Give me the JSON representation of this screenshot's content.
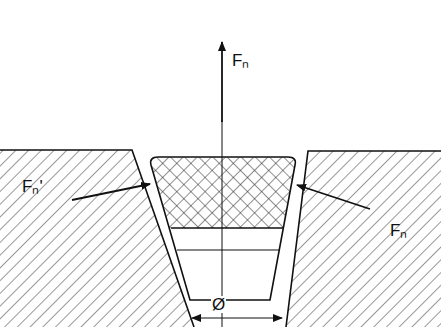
{
  "diagram": {
    "labels": [
      "Fₙ",
      "Fₙ'",
      "Fₙ",
      "Ø"
    ]
  }
}
